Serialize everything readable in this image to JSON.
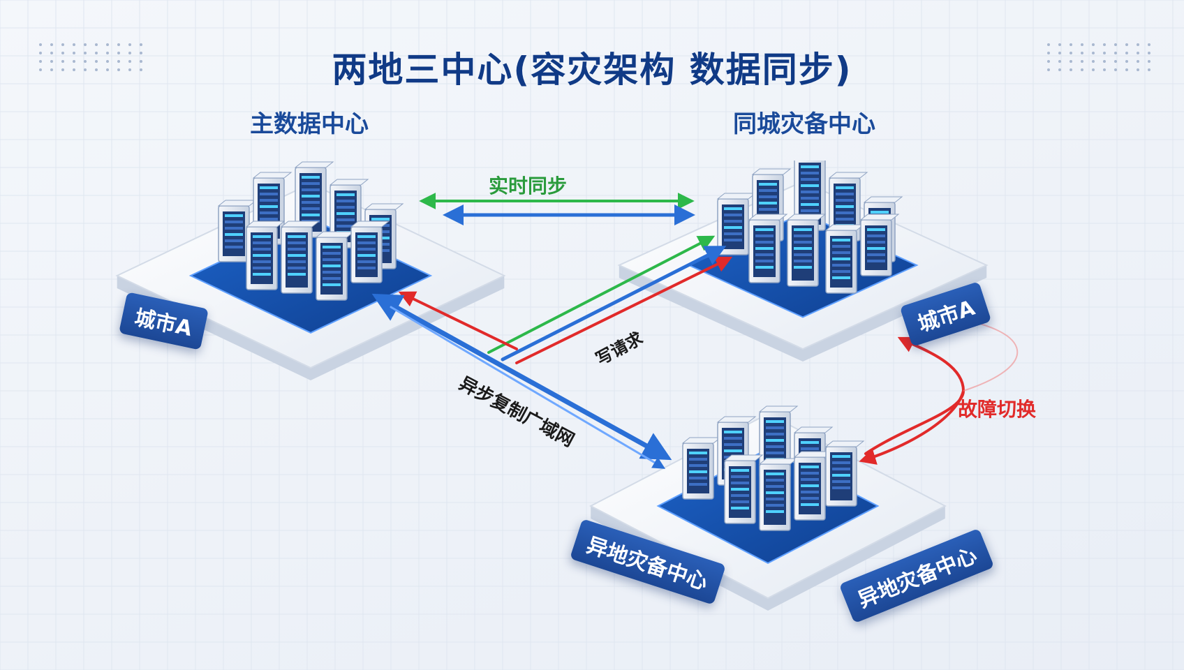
{
  "title": "两地三中心(容灾架构 数据同步)",
  "centers": {
    "primary": {
      "title": "主数据中心",
      "tag": "城市A"
    },
    "same_city": {
      "title": "同城灾备中心",
      "tag": "城市A"
    },
    "remote": {
      "tag_left": "异地灾备中心",
      "tag_right": "异地灾备中心"
    }
  },
  "flows": {
    "realtime_sync": "实时同步",
    "write_request": "写请求",
    "async_wan": "异步复制广域网",
    "failover": "故障切换"
  },
  "colors": {
    "title": "#103a86",
    "tag_bg": "#1c4795",
    "green": "#2db84a",
    "blue": "#2a6fd6",
    "red": "#e12a2a"
  }
}
